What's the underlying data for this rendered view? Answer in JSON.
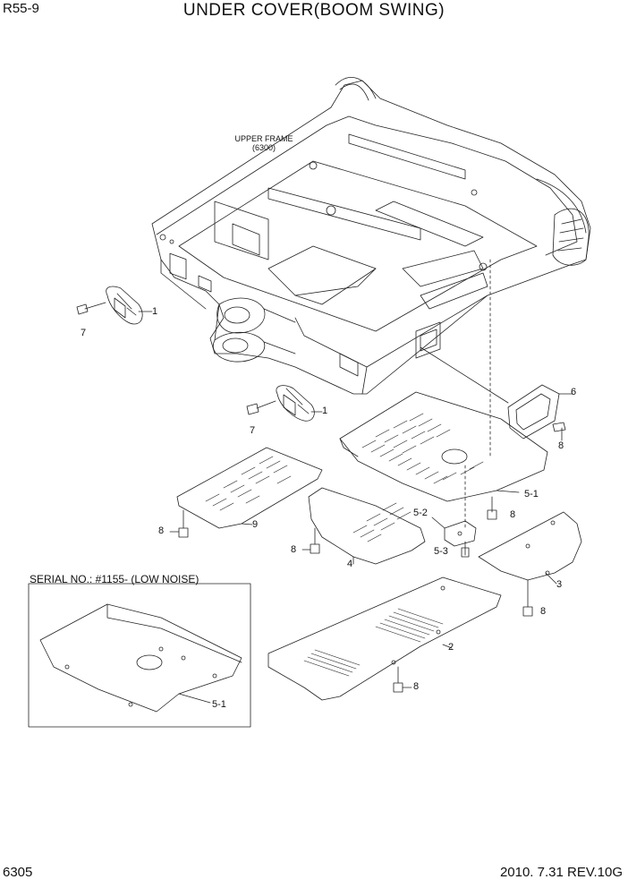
{
  "header": {
    "model": "R55-9",
    "title": "UNDER  COVER(BOOM SWING)"
  },
  "footer": {
    "page": "6305",
    "revision": "2010. 7.31  REV.10G"
  },
  "frame_label": {
    "line1": "UPPER FRAME",
    "line2": "(6300)"
  },
  "inset": {
    "serial_label": "SERIAL NO.: #1155- (LOW NOISE)"
  },
  "callouts": {
    "c1a": "1",
    "c1b": "1",
    "c7a": "7",
    "c7b": "7",
    "c6": "6",
    "c8a": "8",
    "c51": "5-1",
    "c8b": "8",
    "c52": "5-2",
    "c53": "5-3",
    "c9": "9",
    "c8c": "8",
    "c8d": "8",
    "c4": "4",
    "c3": "3",
    "c8e": "8",
    "c2": "2",
    "c8f": "8",
    "c51inset": "5-1"
  }
}
